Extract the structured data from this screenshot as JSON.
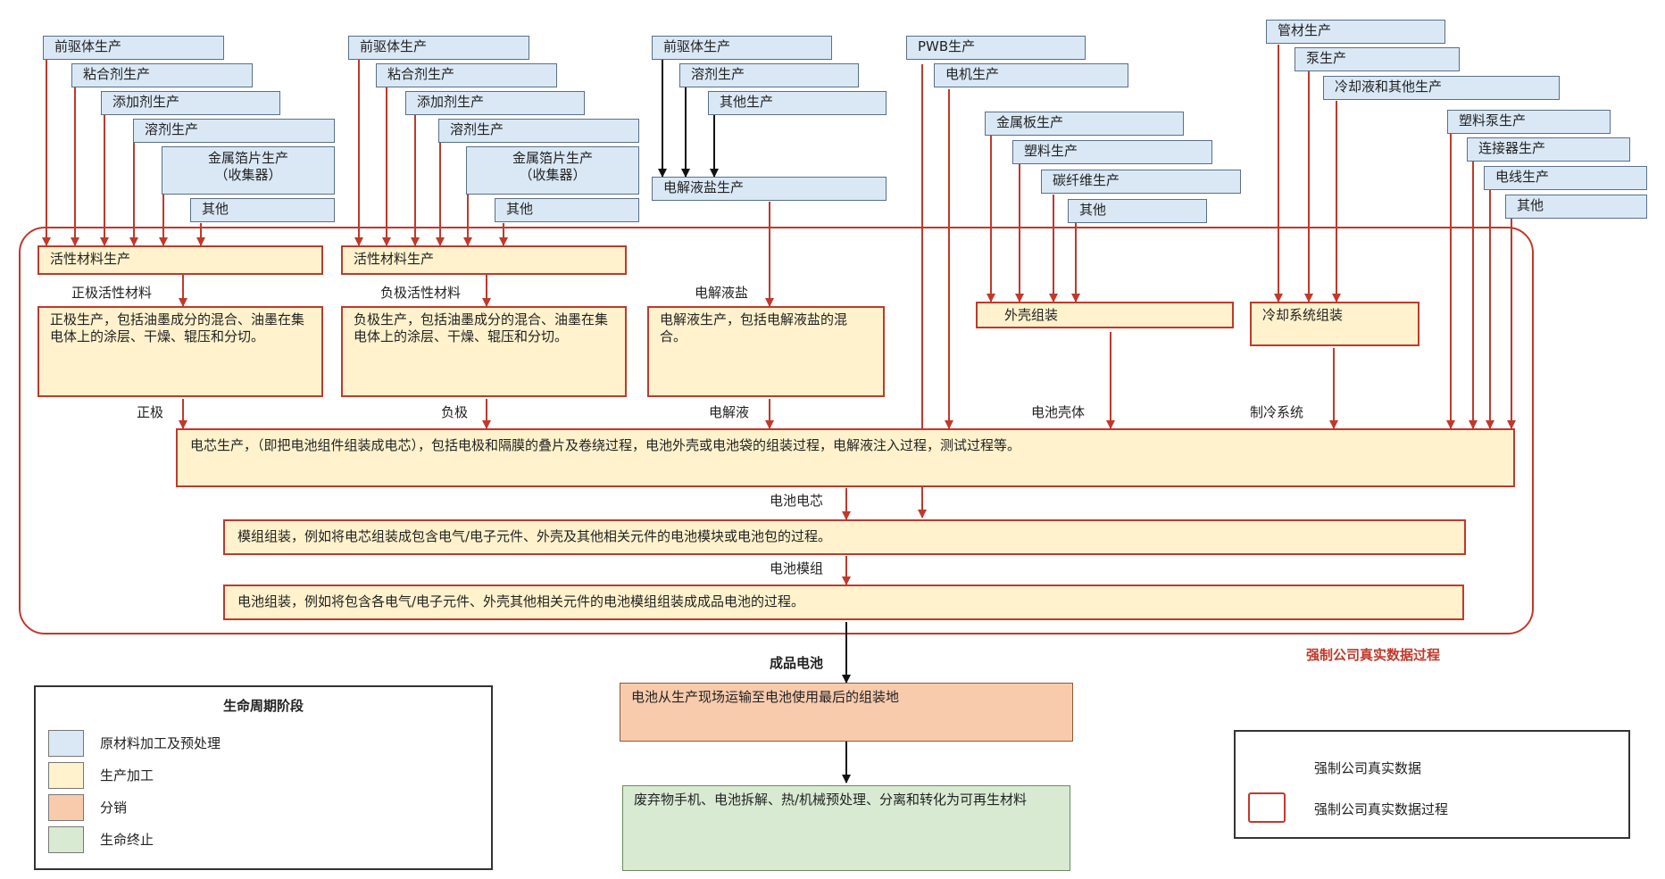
{
  "raw_materials": {
    "cathode": [
      "前驱体生产",
      "粘合剂生产",
      "添加剂生产",
      "溶剂生产",
      "金属箔片生产\n（收集器）",
      "其他"
    ],
    "anode": [
      "前驱体生产",
      "粘合剂生产",
      "添加剂生产",
      "溶剂生产",
      "金属箔片生产\n（收集器）",
      "其他"
    ],
    "electrolyte": [
      "前驱体生产",
      "溶剂生产",
      "其他生产"
    ],
    "electrolyte_salt": "电解液盐生产",
    "pwb": [
      "PWB生产",
      "电机生产"
    ],
    "housing": [
      "金属板生产",
      "塑料生产",
      "碳纤维生产",
      "其他"
    ],
    "cooling": [
      "管材生产",
      "泵生产",
      "冷却液和其他生产"
    ],
    "extras": [
      "塑料泵生产",
      "连接器生产",
      "电线生产",
      "其他"
    ]
  },
  "production": {
    "cathode_active": "活性材料生产",
    "anode_active": "活性材料生产",
    "cathode_prod": "正极生产，包括油墨成分的混合、油墨在集电体上的涂层、干燥、辊压和分切。",
    "anode_prod": "负极生产，包括油墨成分的混合、油墨在集电体上的涂层、干燥、辊压和分切。",
    "electrolyte_prod": "电解液生产，包括电解液盐的混合。",
    "housing_asm": "外壳组装",
    "cooling_asm": "冷却系统组装",
    "cell_prod": "电芯生产，（即把电池组件组装成电芯），包括电极和隔膜的叠片及卷绕过程，电池外壳或电池袋的组装过程，电解液注入过程，测试过程等。",
    "module_asm": "模组组装，例如将电芯组装成包含电气/电子元件、外壳及其他相关元件的电池模块或电池包的过程。",
    "pack_asm": "电池组装，例如将包含各电气/电子元件、外壳其他相关元件的电池模组组装成成品电池的过程。"
  },
  "flow_labels": {
    "cathode_active_material": "正极活性材料",
    "anode_active_material": "负极活性材料",
    "electrolyte_salt": "电解液盐",
    "cathode": "正极",
    "anode": "负极",
    "electrolyte": "电解液",
    "battery_housing": "电池壳体",
    "cooling_system": "制冷系统",
    "battery_cell": "电池电芯",
    "battery_module": "电池模组",
    "finished_battery": "成品电池"
  },
  "distribution": "电池从生产现场运输至电池使用最后的组装地",
  "end_of_life": "废弃物手机、电池拆解、热/机械预处理、分离和转化为可再生材料",
  "process_boundary_label": "强制公司真实数据过程",
  "legend_left": {
    "title": "生命周期阶段",
    "items": [
      {
        "label": "原材料加工及预处理",
        "color": "#dae8f6"
      },
      {
        "label": "生产加工",
        "color": "#fff2cc"
      },
      {
        "label": "分销",
        "color": "#f8cbad"
      },
      {
        "label": "生命终止",
        "color": "#d9ead3"
      }
    ]
  },
  "legend_right": {
    "arrow_label": "强制公司真实数据",
    "box_label": "强制公司真实数据过程"
  },
  "colors": {
    "arrow_red": "#c0392b",
    "arrow_black": "#111111"
  }
}
